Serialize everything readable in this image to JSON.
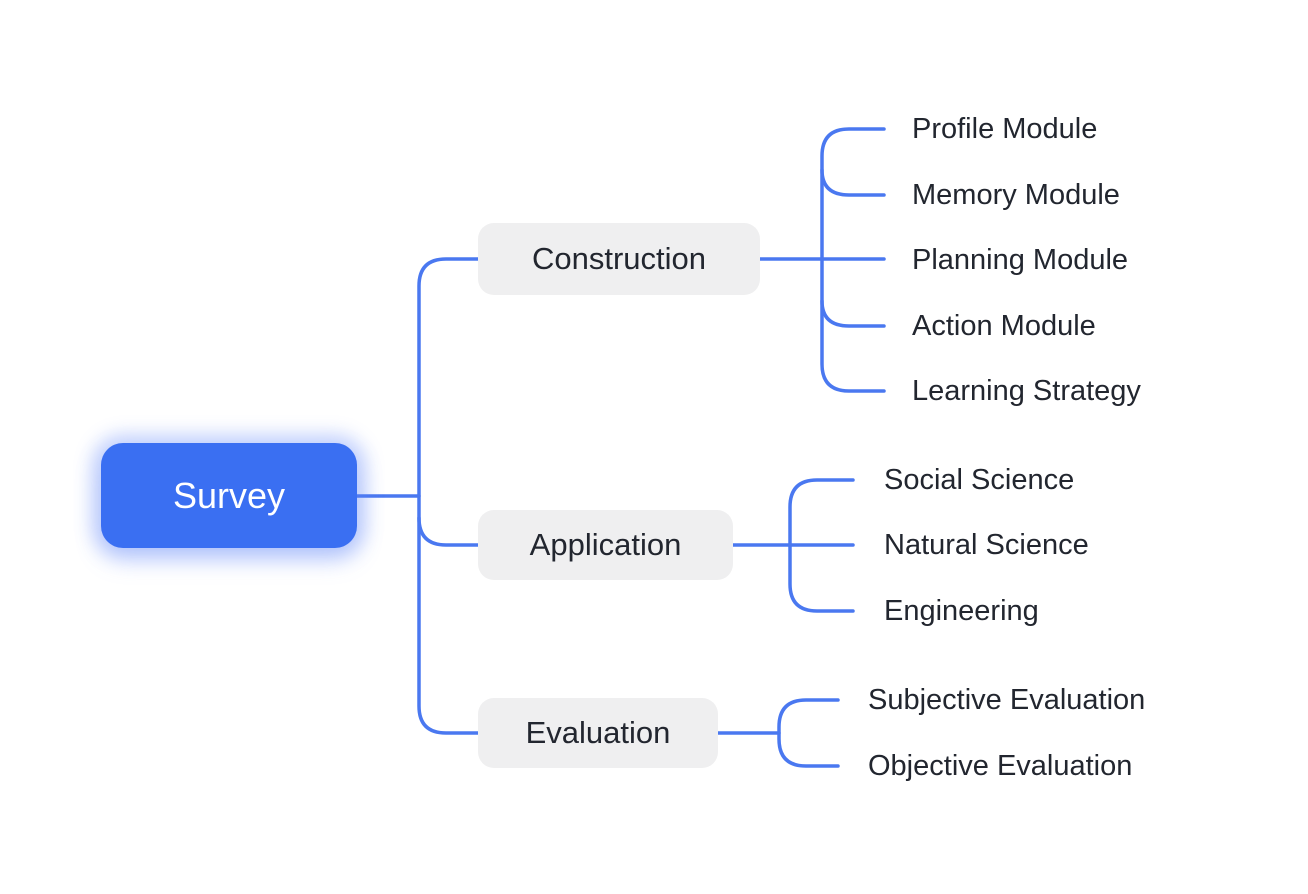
{
  "colors": {
    "link": "#4A78F0",
    "root_fill": "#3A6FF2",
    "branch_fill": "#EFEFF0",
    "text": "#22262F"
  },
  "tree": {
    "root": {
      "label": "Survey"
    },
    "branches": [
      {
        "label": "Construction",
        "children": [
          "Profile Module",
          "Memory Module",
          "Planning Module",
          "Action Module",
          "Learning Strategy"
        ]
      },
      {
        "label": "Application",
        "children": [
          "Social Science",
          "Natural Science",
          "Engineering"
        ]
      },
      {
        "label": "Evaluation",
        "children": [
          "Subjective Evaluation",
          "Objective Evaluation"
        ]
      }
    ]
  }
}
